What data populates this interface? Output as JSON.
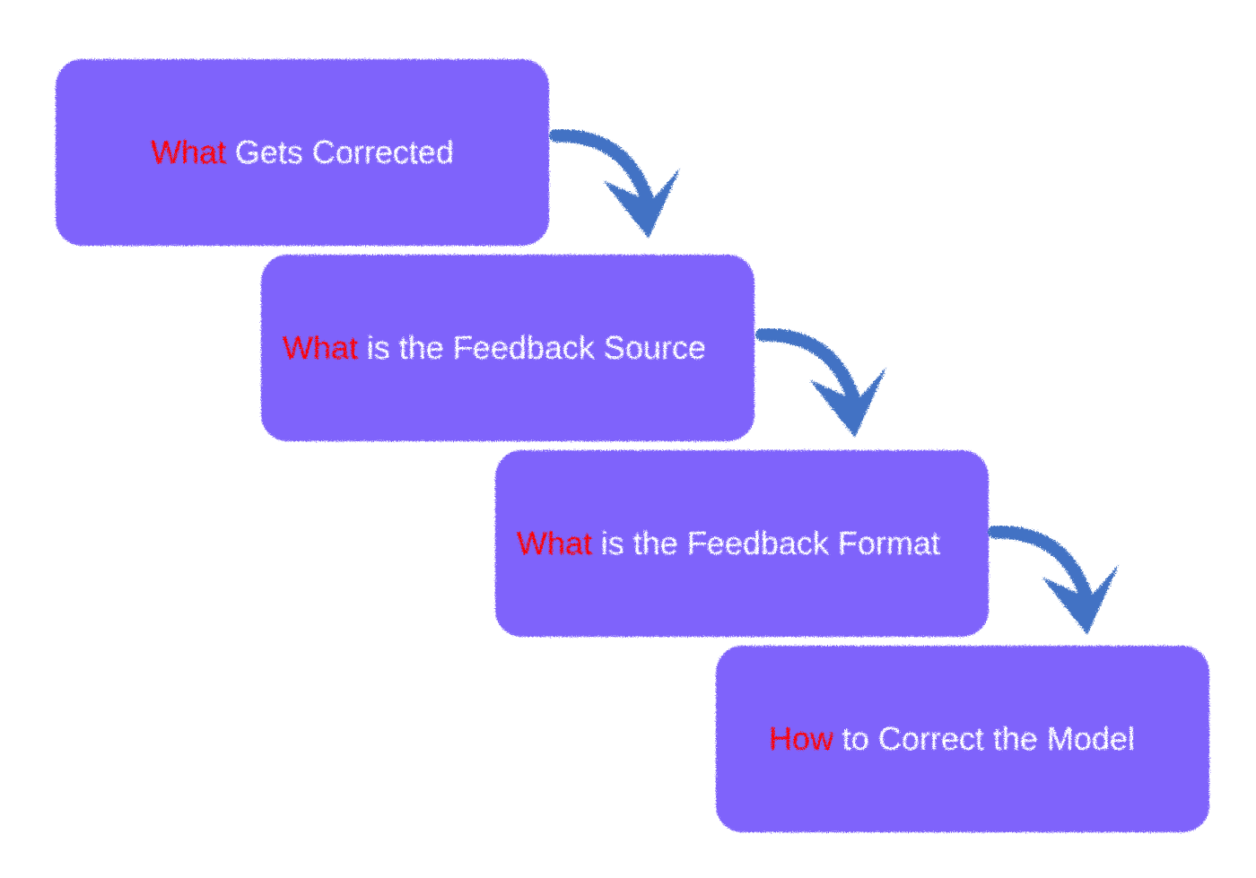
{
  "colors": {
    "box_fill": "#7f64fb",
    "keyword": "#ff0000",
    "text": "#ffffff",
    "arrow": "#4272c4"
  },
  "steps": [
    {
      "keyword": "What",
      "text": "Gets Corrected"
    },
    {
      "keyword": "What",
      "text": "is the Feedback Source"
    },
    {
      "keyword": "What",
      "text": "is the Feedback Format"
    },
    {
      "keyword": "How",
      "text": "to Correct the Model"
    }
  ],
  "arrows": [
    {
      "from": "step-1",
      "to": "step-2"
    },
    {
      "from": "step-2",
      "to": "step-3"
    },
    {
      "from": "step-3",
      "to": "step-4"
    }
  ]
}
